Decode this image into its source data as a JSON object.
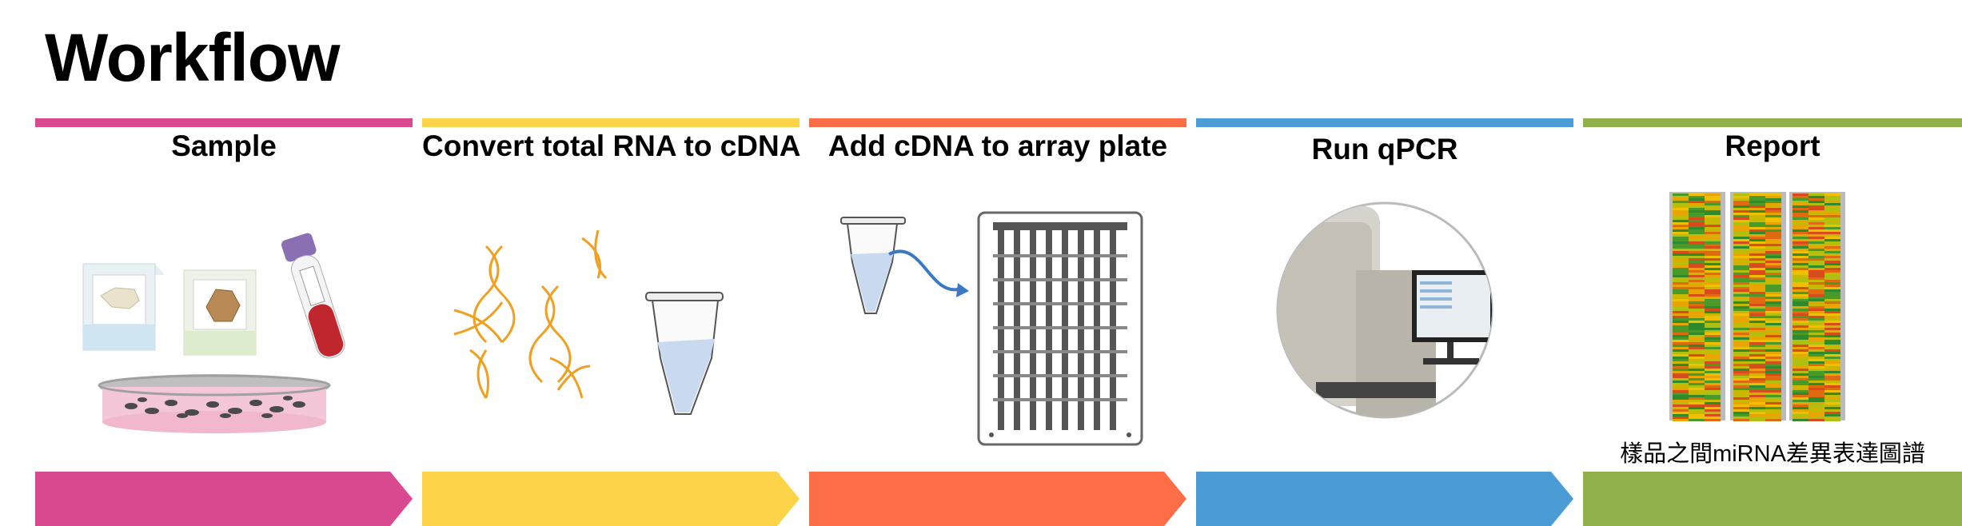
{
  "title": "Workflow",
  "steps": [
    {
      "label": "Sample",
      "color": "#d9498f"
    },
    {
      "label": "Convert total RNA to cDNA",
      "color": "#fdd34a"
    },
    {
      "label": "Add cDNA to array plate",
      "color": "#fd6d48"
    },
    {
      "label": "Run qPCR",
      "color": "#4b9bd5"
    },
    {
      "label": "Report",
      "color": "#8fb04a",
      "caption": "樣品之間miRNA差異表達圖譜"
    }
  ],
  "icons": [
    "tissue-sample-icon",
    "blood-tube-icon",
    "petri-dish-icon",
    "dna-strands-icon",
    "microtube-icon",
    "array-plate-icon",
    "qpcr-instrument-icon",
    "heatmap-icon"
  ]
}
